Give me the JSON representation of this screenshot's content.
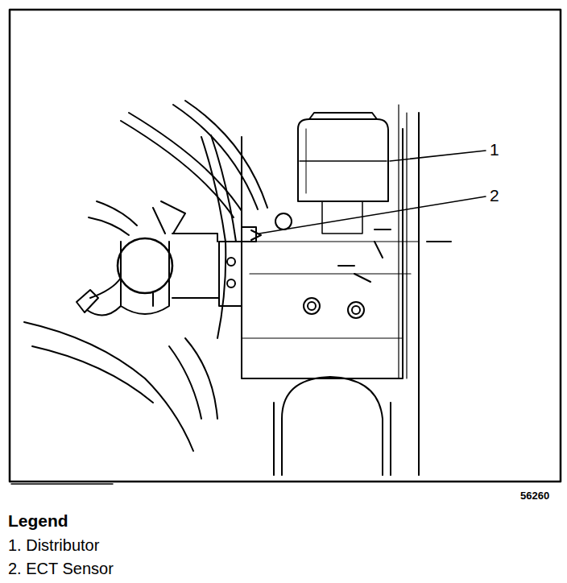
{
  "diagram": {
    "labels": [
      "1",
      "2",
      "56260",
      "Legend",
      "1. Distributor",
      "2. ECT Sensor"
    ]
  }
}
